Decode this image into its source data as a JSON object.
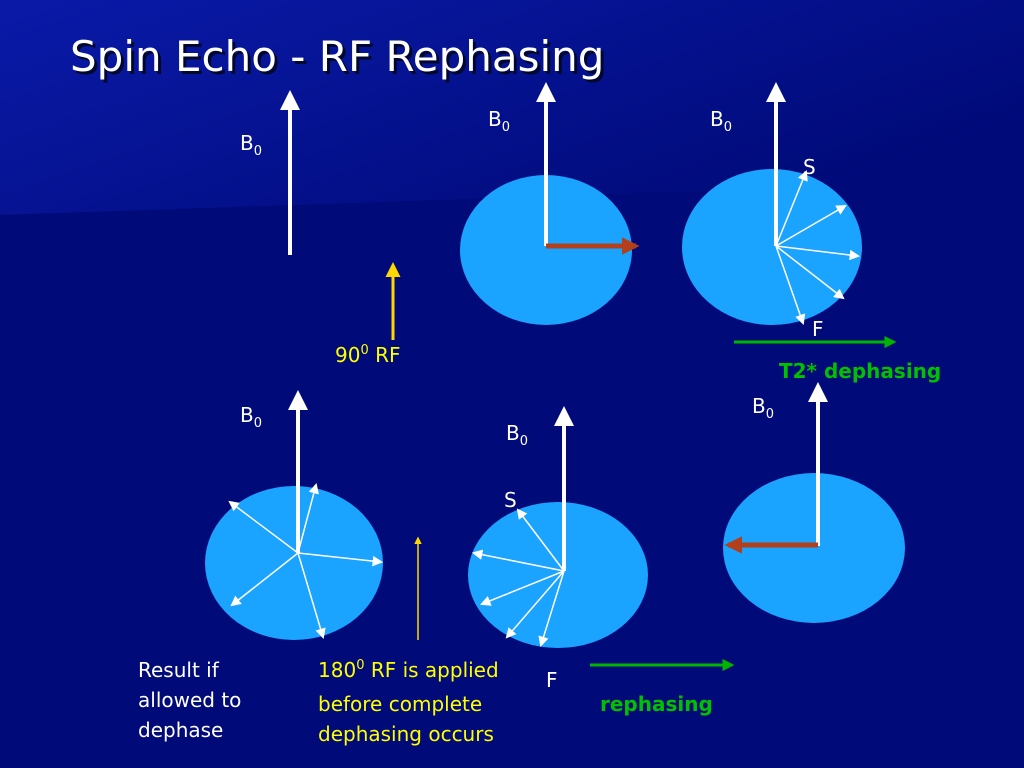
{
  "title": "Spin Echo - RF Rephasing",
  "b0": {
    "main": "B",
    "sub": "0"
  },
  "rf90": {
    "num": "90",
    "sup": "0",
    "suffix": " RF"
  },
  "label_s": "S",
  "label_f": "F",
  "t2_dephasing": "T2* dephasing",
  "rephasing": "rephasing",
  "note_left": [
    "Result if",
    "allowed to",
    "dephase"
  ],
  "note_rf180": {
    "num": "180",
    "sup": "0",
    "line1_rest": " RF is applied",
    "line2": "before complete",
    "line3": "dephasing occurs"
  },
  "colors": {
    "background": "#000a78",
    "disk": "#1aa3ff",
    "text": "#ffffff",
    "rf_arrow": "#ffd700",
    "magnetization": "#b3401a",
    "green_arrow": "#00b400",
    "green_text": "#00c000"
  }
}
